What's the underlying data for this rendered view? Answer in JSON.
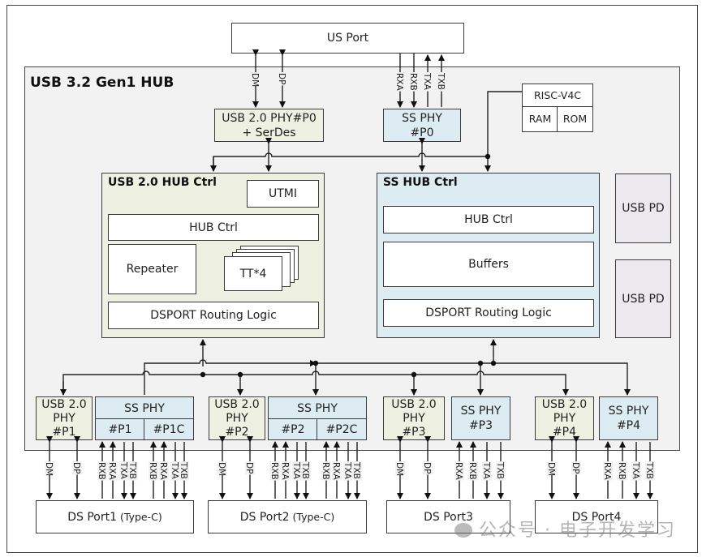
{
  "diagram": {
    "title": "USB 3.2 Gen1 HUB",
    "us_port": "US Port",
    "usb2_phy_p0": {
      "line1": "USB 2.0 PHY#P0",
      "line2": "+ SerDes"
    },
    "ss_phy_p0": {
      "line1": "SS PHY",
      "line2": "#P0"
    },
    "risc": {
      "cpu": "RISC-V4C",
      "ram": "RAM",
      "rom": "ROM"
    },
    "usb2_hub_ctrl": {
      "title": "USB 2.0 HUB Ctrl",
      "utmi": "UTMI",
      "hub_ctrl": "HUB Ctrl",
      "repeater": "Repeater",
      "tt": "TT*4",
      "routing": "DSPORT Routing Logic"
    },
    "ss_hub_ctrl": {
      "title": "SS HUB Ctrl",
      "hub_ctrl": "HUB Ctrl",
      "buffers": "Buffers",
      "routing": "DSPORT Routing Logic"
    },
    "usb_pd": [
      "USB PD",
      "USB PD"
    ],
    "us_signals": {
      "usb2": [
        "DM",
        "DP"
      ],
      "ss": [
        "RXA",
        "RXB",
        "TXA",
        "TXB"
      ]
    },
    "ds_phys": [
      {
        "usb2": [
          "USB 2.0",
          "PHY",
          "#P1"
        ],
        "ss_title": "SS PHY",
        "ss_sub": [
          "#P1",
          "#P1C"
        ]
      },
      {
        "usb2": [
          "USB 2.0",
          "PHY",
          "#P2"
        ],
        "ss_title": "SS PHY",
        "ss_sub": [
          "#P2",
          "#P2C"
        ]
      },
      {
        "usb2": [
          "USB 2.0",
          "PHY",
          "#P3"
        ],
        "ss": [
          "SS PHY",
          "#P3"
        ]
      },
      {
        "usb2": [
          "USB 2.0",
          "PHY",
          "#P4"
        ],
        "ss": [
          "SS PHY",
          "#P4"
        ]
      }
    ],
    "ds_signals": {
      "usb2": [
        "DM",
        "DP"
      ],
      "typec_ss": [
        "RXB",
        "RXA",
        "TXA",
        "TXB"
      ],
      "ss": [
        "RXA",
        "RXB",
        "TXA",
        "TXB"
      ]
    },
    "ds_ports": [
      {
        "name": "DS Port1 ",
        "suffix": "(Type-C)"
      },
      {
        "name": "DS Port2 ",
        "suffix": "(Type-C)"
      },
      {
        "name": "DS Port3",
        "suffix": ""
      },
      {
        "name": "DS Port4",
        "suffix": ""
      }
    ],
    "watermark": "公众号 · 电子开发学习"
  }
}
